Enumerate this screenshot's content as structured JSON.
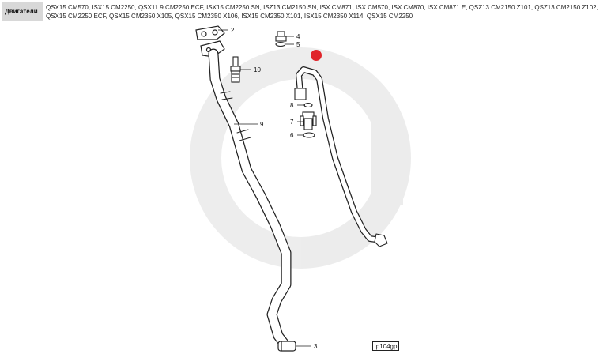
{
  "engines": {
    "label": "Двигатели",
    "models": "QSX15 CM570, ISX15 CM2250, QSX11.9 CM2250 ECF, ISX15 CM2250 SN, ISZ13 CM2150 SN, ISX CM871, ISX CM570, ISX CM870, ISX CM871 E, QSZ13 CM2150 Z101, QSZ13 CM2150 Z102, QSX15 CM2250 ECF, QSX15 CM2350 X105, QSX15 CM2350 X106, ISX15 CM2350 X101, ISX15 CM2350 X114, QSX15 CM2250"
  },
  "callouts": [
    "2",
    "4",
    "5",
    "10",
    "8",
    "7",
    "9",
    "6",
    "3"
  ],
  "selected_marker_color": "#e0242a",
  "reference_code": "tp104gp"
}
